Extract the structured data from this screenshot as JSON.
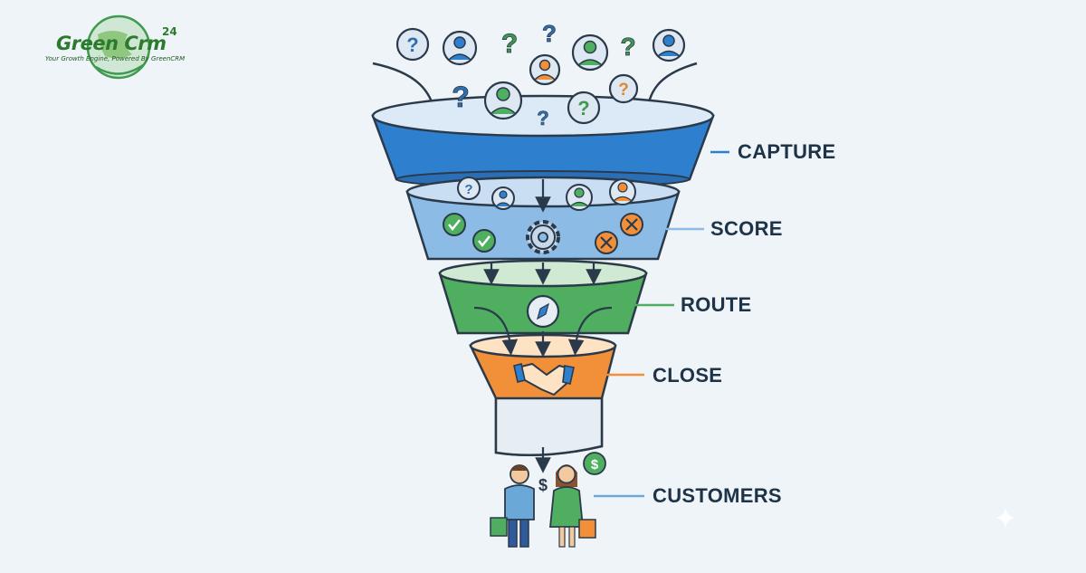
{
  "brand": {
    "name": "Green Crm",
    "superscript": "24",
    "tagline": "Your Growth Engine, Powered By GreenCRM"
  },
  "stages": [
    {
      "label": "CAPTURE",
      "color": "#2f7fcf"
    },
    {
      "label": "SCORE",
      "color": "#8cbbe6"
    },
    {
      "label": "ROUTE",
      "color": "#4fae5f"
    },
    {
      "label": "CLOSE",
      "color": "#f2903a"
    },
    {
      "label": "CUSTOMERS",
      "color": "#6aa8d8"
    }
  ],
  "icons": {
    "currency": "$",
    "question": "?"
  }
}
